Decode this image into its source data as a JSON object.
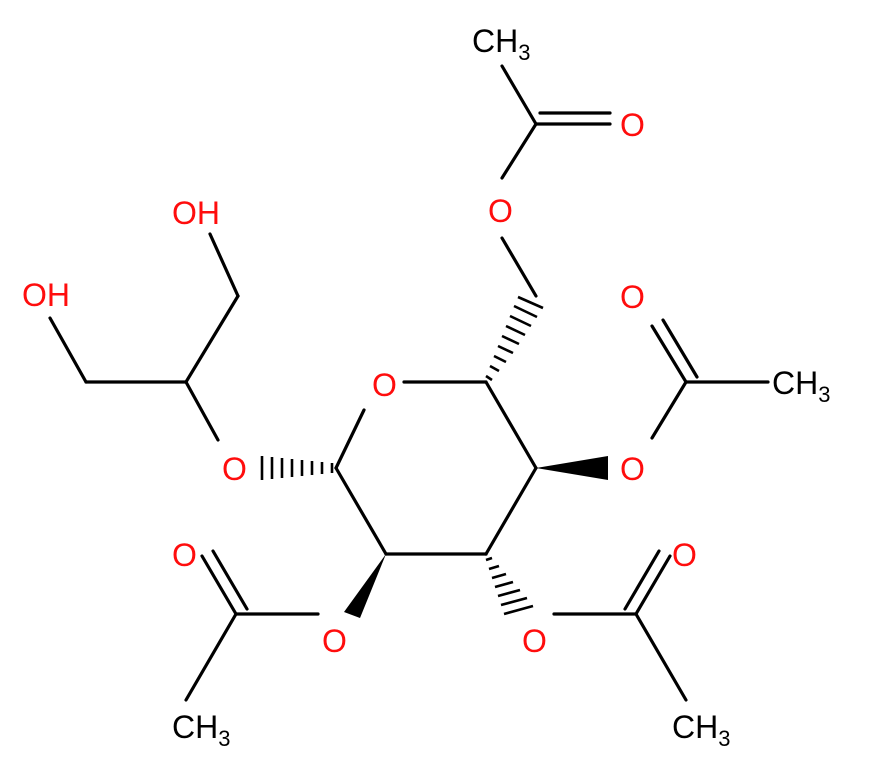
{
  "colors": {
    "bond": "#000000",
    "oxygen": "#ff0d0d",
    "carbon": "#000000",
    "background": "#ffffff"
  },
  "atoms": {
    "oh_top": "OH",
    "oh_left": "OH",
    "o_glyco": "O",
    "o_ring": "O",
    "o_ester6": "O",
    "o_carbonyl6": "O",
    "ch3_6": "CH",
    "o_ester4": "O",
    "o_carbonyl4": "O",
    "ch3_4": "CH",
    "o_ester3": "O",
    "o_carbonyl3": "O",
    "ch3_3": "CH",
    "o_ester2": "O",
    "o_carbonyl2": "O",
    "ch3_2": "CH",
    "sub3": "3"
  }
}
